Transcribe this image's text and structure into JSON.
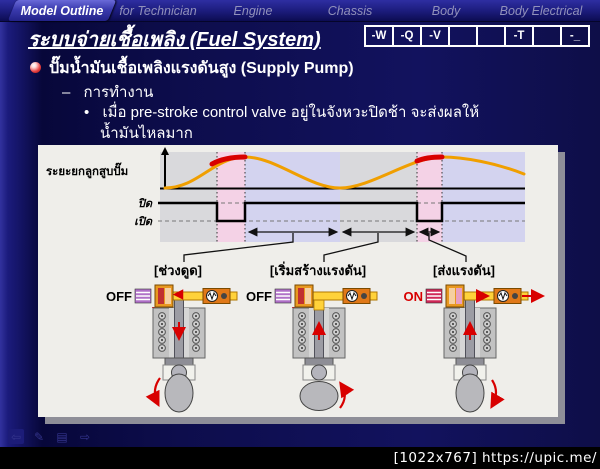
{
  "menubar": {
    "tabs": [
      {
        "label": "Model Outline",
        "active": true
      },
      {
        "label": "for Technician",
        "active": false
      },
      {
        "label": "Engine",
        "active": false
      },
      {
        "label": "Chassis",
        "active": false
      },
      {
        "label": "Body",
        "active": false
      },
      {
        "label": "Body Electrical",
        "active": false
      }
    ]
  },
  "header": {
    "title": "ระบบจ่ายเชื้อเพลิง (Fuel System)",
    "badges": [
      "-W",
      "-Q",
      "-V",
      "",
      "",
      "-T",
      "",
      "-_"
    ]
  },
  "content": {
    "bullet1": "ปั๊มน้ำมันเชื้อเพลิงแรงดันสูง (Supply Pump)",
    "bullet2_marker": "–",
    "bullet2": "การทำงาน",
    "bullet3_marker": "•",
    "bullet3_line1": "เมื่อ pre-stroke control valve อยู่ในจังหวะปิดช้า จะส่งผลให้",
    "bullet3_line2": "น้ำมันไหลมาก"
  },
  "diagram": {
    "lift_axis_label": "ระยะยกลูกสูบปั๊ม",
    "closed_label": "ปิด",
    "open_label": "เปิด",
    "phases": [
      {
        "label": "[ช่วงดูด]",
        "valve_state": "OFF"
      },
      {
        "label": "[เริ่มสร้างแรงดัน]",
        "valve_state": "OFF"
      },
      {
        "label": "[ส่งแรงดัน]",
        "valve_state": "ON"
      }
    ],
    "colors": {
      "lift_curve": "#f09f00",
      "lift_highlight": "#d80000",
      "pink_band": "#f4d2e6",
      "lavender_band": "#d3d3ef",
      "on_state": "#d80000"
    }
  },
  "viewer_nav": {
    "previous": "⇦",
    "pen": "✎",
    "menu": "▤",
    "next": "⇨"
  },
  "footer": {
    "watermark": "[1022x767] https://upic.me/"
  }
}
